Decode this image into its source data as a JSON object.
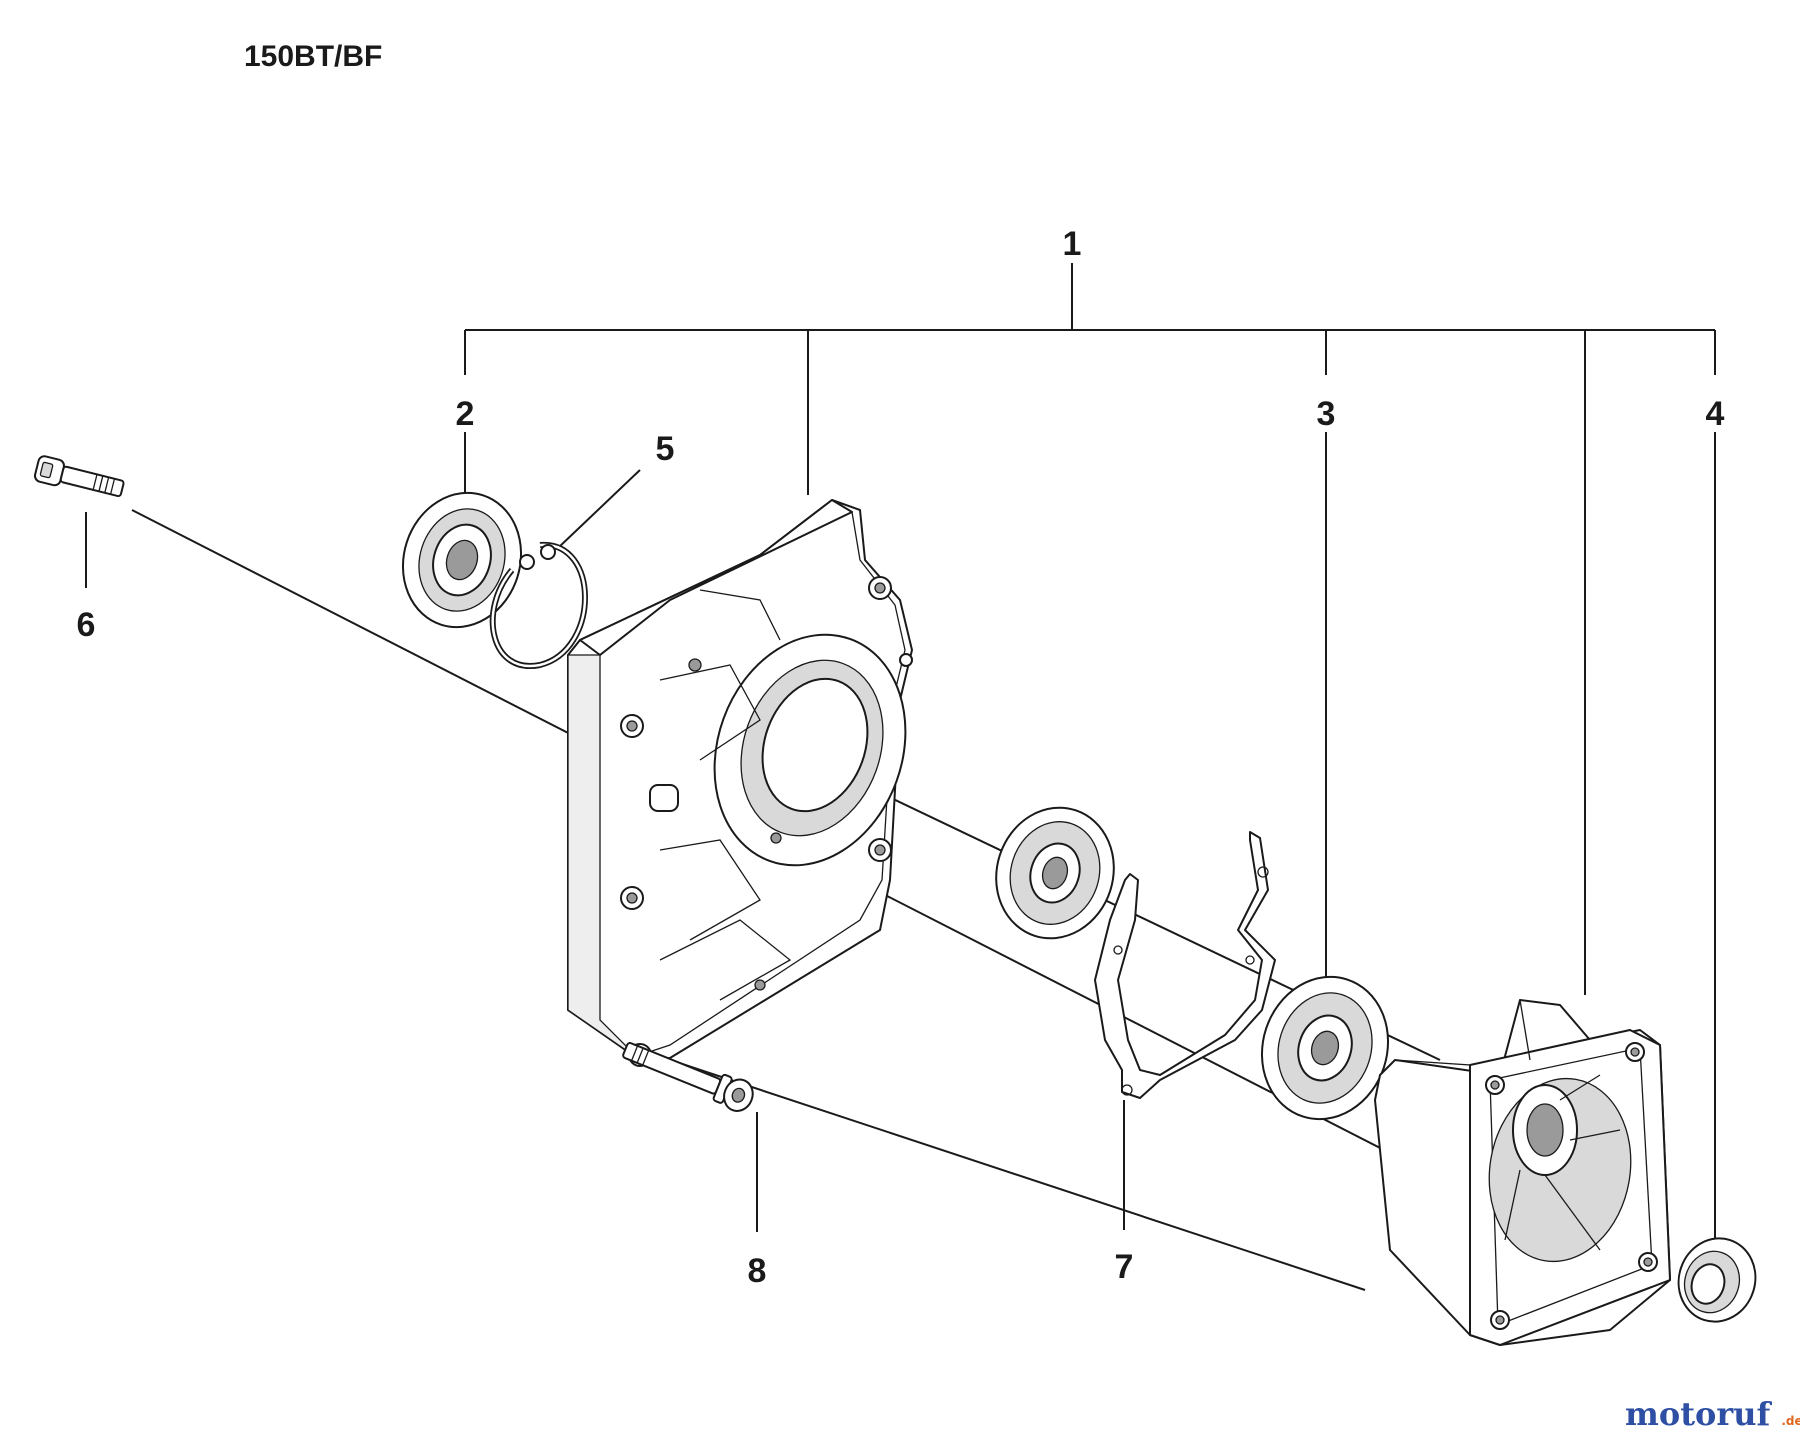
{
  "title": "150BT/BF",
  "callouts": [
    "1",
    "2",
    "3",
    "4",
    "5",
    "6",
    "7",
    "8"
  ],
  "parts": [
    {
      "callout": "1",
      "icon": "crankcase-assembly-icon"
    },
    {
      "callout": "2",
      "icon": "seal-ring-icon"
    },
    {
      "callout": "3",
      "icon": "ball-bearing-icon"
    },
    {
      "callout": "4",
      "icon": "seal-ring-icon"
    },
    {
      "callout": "5",
      "icon": "circlip-icon"
    },
    {
      "callout": "6",
      "icon": "screw-icon"
    },
    {
      "callout": "7",
      "icon": "gasket-icon"
    },
    {
      "callout": "8",
      "icon": "screw-icon"
    }
  ],
  "watermark": {
    "text": "motoruf",
    "suffix": ".de",
    "colors": {
      "primary": "#2e4fa3",
      "accent": "#e0681f"
    }
  }
}
